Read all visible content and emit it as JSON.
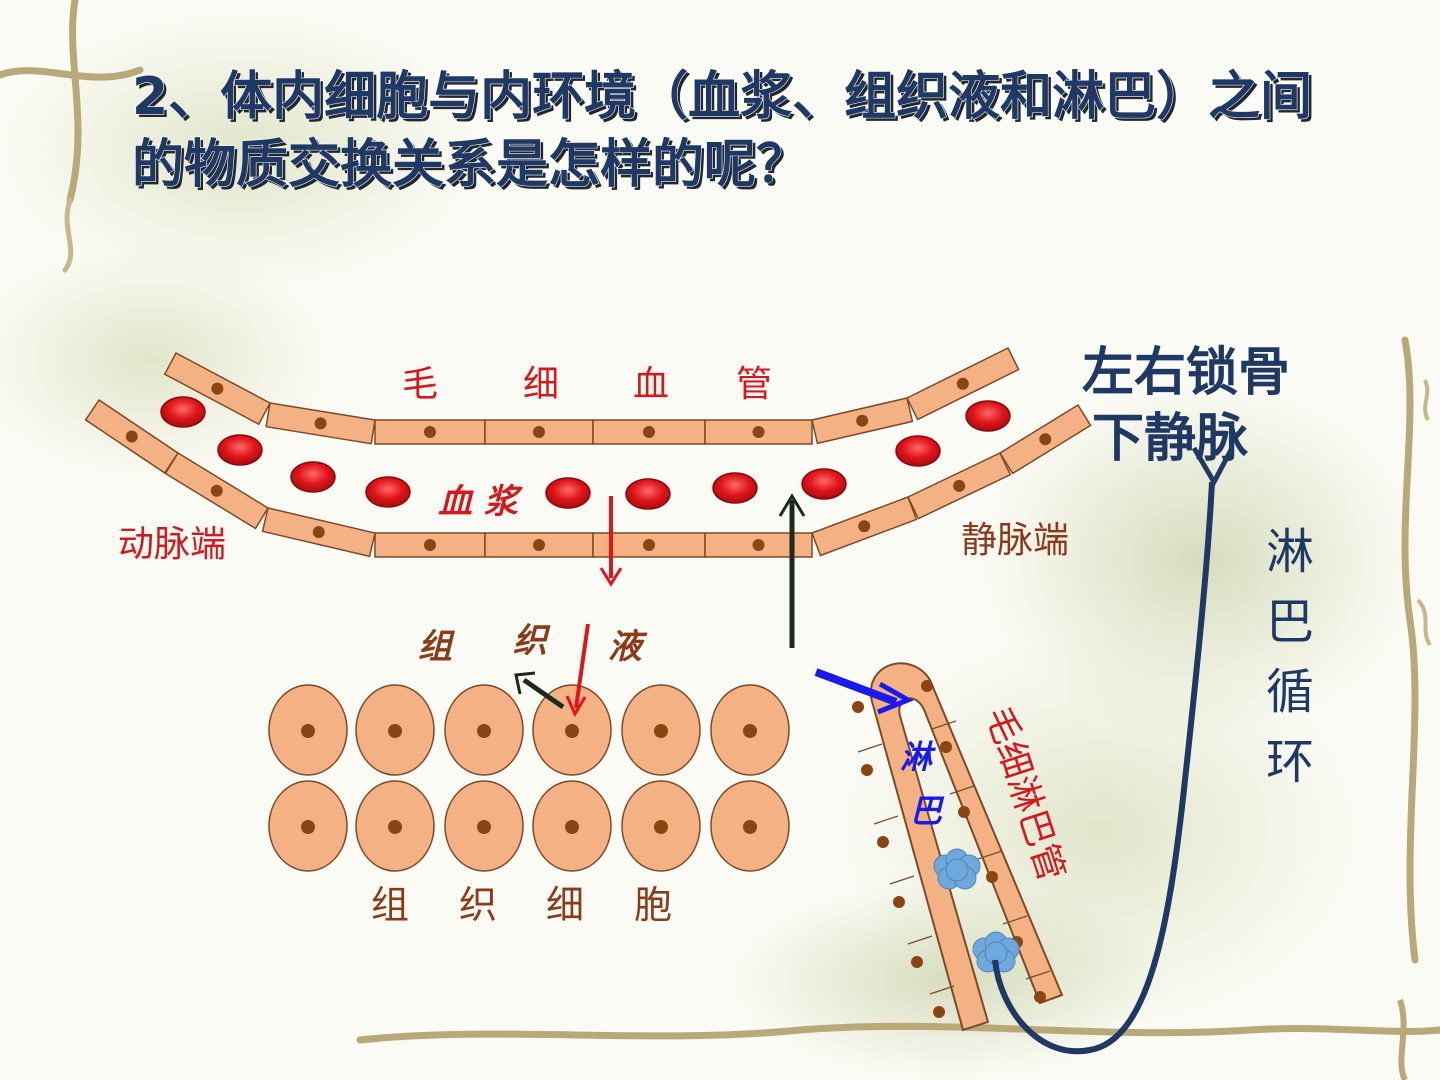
{
  "title": {
    "line1": "2、体内细胞与内环境（血浆、组织液和淋巴）之间",
    "line2": "的物质交换关系是怎样的呢？"
  },
  "labels": {
    "capillary": [
      "毛",
      "细",
      "血",
      "管"
    ],
    "plasma": "血 浆",
    "arterial_end": "动脉端",
    "venous_end": "静脉端",
    "tissue_fluid": [
      "组",
      "织",
      "液"
    ],
    "tissue_cells": [
      "组",
      "织",
      "细",
      "胞"
    ],
    "lymph": [
      "淋",
      "巴"
    ],
    "lymph_capillary": "毛细淋巴管",
    "subclavian_vein": [
      "左右锁骨",
      "下静脉"
    ],
    "lymph_circulation": "淋巴循环"
  },
  "colors": {
    "title": "#1f3864",
    "cell_fill": "#f4b183",
    "cell_stroke": "#7a4a2a",
    "nucleus": "#8b4513",
    "rbc": "#e0151b",
    "red_label": "#d4191e",
    "brown_label": "#8b3a1a",
    "navy": "#1f3864",
    "blue_arrow": "#1a1aee",
    "lymph_blob": "#6fa8dc",
    "dark_arrow": "#1b2a1b"
  }
}
